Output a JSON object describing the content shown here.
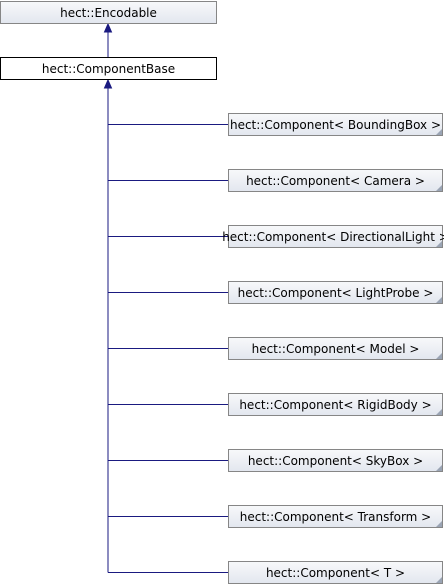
{
  "diagram": {
    "root": {
      "label": "hect::Encodable",
      "link": true
    },
    "current": {
      "label": "hect::ComponentBase",
      "link": false
    },
    "children": [
      {
        "label": "hect::Component< BoundingBox >"
      },
      {
        "label": "hect::Component< Camera >"
      },
      {
        "label": "hect::Component< DirectionalLight >"
      },
      {
        "label": "hect::Component< LightProbe >"
      },
      {
        "label": "hect::Component< Model >"
      },
      {
        "label": "hect::Component< RigidBody >"
      },
      {
        "label": "hect::Component< SkyBox >"
      },
      {
        "label": "hect::Component< Transform >"
      },
      {
        "label": "hect::Component< T >"
      }
    ],
    "colors": {
      "edge": "#1a1a80",
      "node_border": "#868686",
      "node_fill_top": "#f7f8fa",
      "node_fill_bottom": "#e3e7ef",
      "current_border": "#000000"
    }
  }
}
